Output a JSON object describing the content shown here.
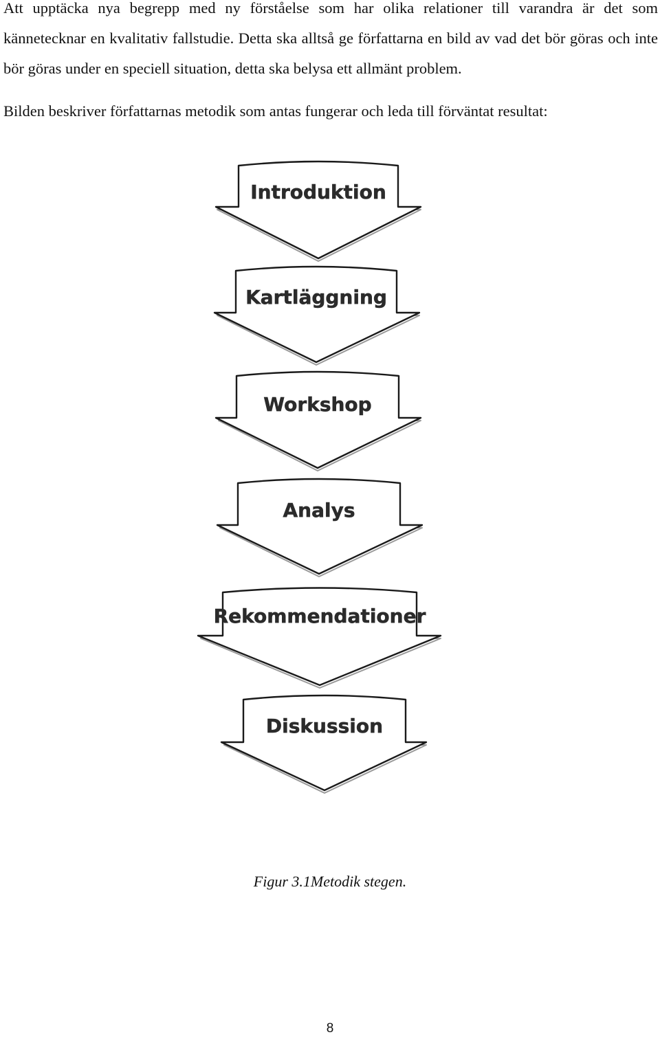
{
  "document": {
    "paragraphs": [
      "Att upptäcka nya begrepp med ny förståelse som har olika relationer till varandra är det som kännetecknar en kvalitativ fallstudie. Detta ska alltså ge författarna en bild av vad det bör göras och inte bör göras under en speciell situation, detta ska belysa ett allmänt problem.",
      "Bilden beskriver författarnas metodik som antas fungerar och leda till förväntat resultat:"
    ],
    "figure": {
      "steps": [
        "Introduktion",
        "Kartläggning",
        "Workshop",
        "Analys",
        "Rekommendationer",
        "Diskussion"
      ],
      "caption": "Figur 3.1Metodik stegen."
    },
    "page_number": "8"
  }
}
